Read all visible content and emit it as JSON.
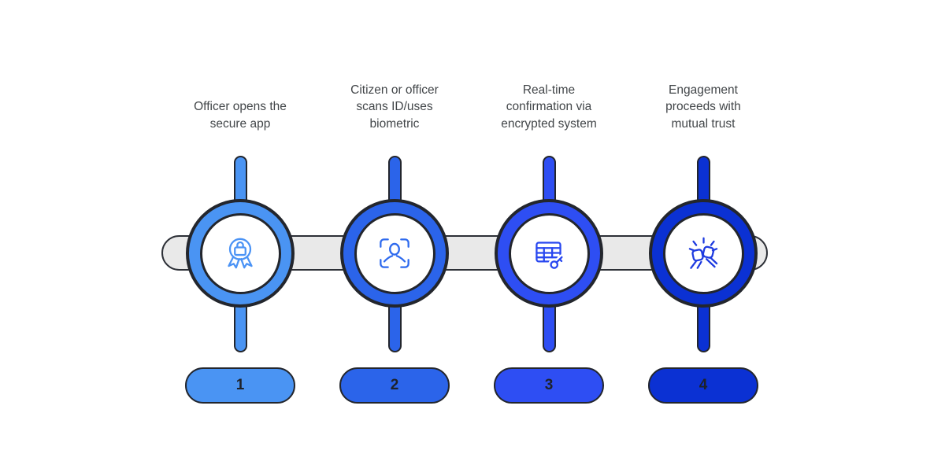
{
  "diagram": {
    "background_color": "#ffffff",
    "outline_color": "#23262d",
    "track_color": "#e9e9e9",
    "label_color": "#424649",
    "number_color": "#1e222a",
    "steps": [
      {
        "number": "1",
        "label": "Officer opens the secure app",
        "lines": [
          "Officer opens the",
          "secure app"
        ],
        "color": "#4A94F3",
        "icon": "award-lock-icon",
        "icon_color": "#4B93F5"
      },
      {
        "number": "2",
        "label": "Citizen or officer scans ID/uses biometric",
        "lines": [
          "Citizen or officer",
          "scans ID/uses",
          "biometric"
        ],
        "color": "#2B64EA",
        "icon": "face-scan-icon",
        "icon_color": "#2E6AEE"
      },
      {
        "number": "3",
        "label": "Real-time confirmation via encrypted system",
        "lines": [
          "Real-time",
          "confirmation via",
          "encrypted system"
        ],
        "color": "#2E4EF3",
        "icon": "encrypted-table-key-icon",
        "icon_color": "#2847F0"
      },
      {
        "number": "4",
        "label": "Engagement proceeds with mutual trust",
        "lines": [
          "Engagement",
          "proceeds with",
          "mutual trust"
        ],
        "color": "#0B31D3",
        "icon": "fist-bump-icon",
        "icon_color": "#1E3BE0"
      }
    ]
  }
}
